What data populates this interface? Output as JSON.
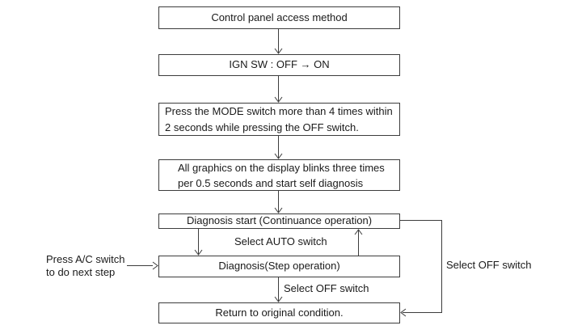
{
  "diagram": {
    "title": "Control panel access method flowchart",
    "nodes": [
      {
        "id": "access-method",
        "label": "Control panel access method"
      },
      {
        "id": "ign-sw",
        "label": "IGN SW : OFF → ON"
      },
      {
        "id": "press-mode",
        "lines": [
          "Press the MODE switch more than 4 times within",
          "2 seconds while pressing the OFF switch."
        ]
      },
      {
        "id": "graphics-blink",
        "lines": [
          "All graphics on the display blinks three times",
          "per 0.5 seconds and start self diagnosis"
        ]
      },
      {
        "id": "diagnosis-start",
        "label": "Diagnosis start (Continuance operation)"
      },
      {
        "id": "diagnosis-step",
        "label": "Diagnosis(Step operation)"
      },
      {
        "id": "return-original",
        "label": "Return to original condition."
      }
    ],
    "edge_labels": {
      "select_auto": "Select AUTO switch",
      "select_off_step": "Select OFF switch",
      "select_off_loop": "Select OFF switch",
      "press_ac_line1": "Press A/C switch",
      "press_ac_line2": "to do next step"
    },
    "colors": {
      "line": "#3c3c3c",
      "text": "#1a1a1a",
      "background": "#ffffff",
      "box_fill": "#ffffff"
    }
  }
}
